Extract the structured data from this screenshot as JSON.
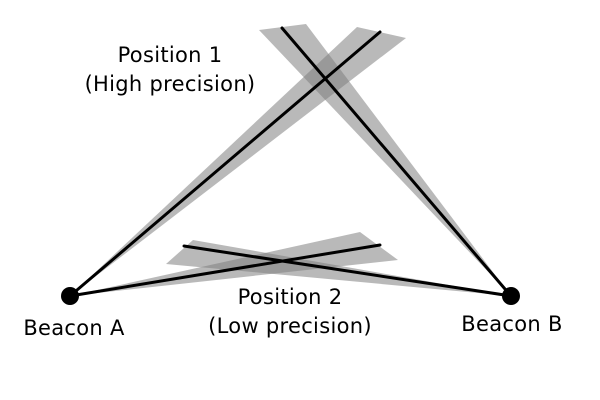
{
  "diagram": {
    "colors": {
      "cone": "#7f7f7f",
      "bearing_line": "#000000",
      "beacon": "#000000"
    },
    "beacons": [
      {
        "id": "a",
        "label": "Beacon A"
      },
      {
        "id": "b",
        "label": "Beacon B"
      }
    ],
    "positions": [
      {
        "id": "1",
        "label_line1": "Position 1",
        "label_line2": "(High precision)"
      },
      {
        "id": "2",
        "label_line1": "Position 2",
        "label_line2": "(Low precision)"
      }
    ]
  }
}
